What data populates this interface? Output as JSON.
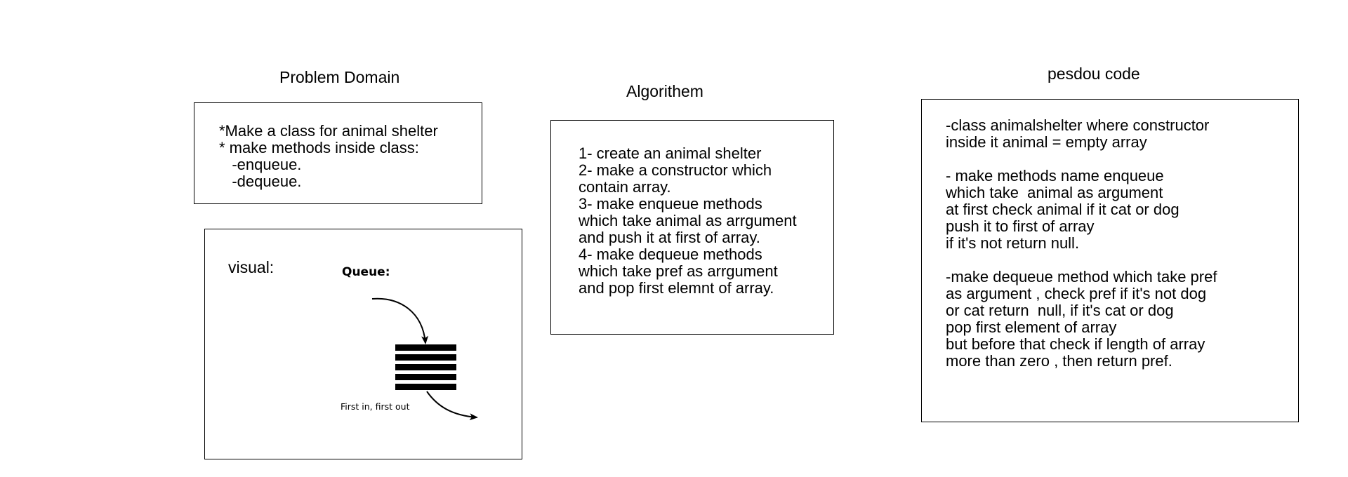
{
  "problem_domain": {
    "title": "Problem Domain",
    "text": "*Make a class for animal shelter\n* make methods inside class:\n   -enqueue.\n   -dequeue."
  },
  "algorithm": {
    "title": "Algorithem",
    "text": "1- create an animal shelter\n2- make a constructor which\ncontain array.\n3- make enqueue methods\nwhich take animal as arrgument\nand push it at first of array.\n4- make dequeue methods\nwhich take pref as arrgument\nand pop first elemnt of array."
  },
  "pseudo_code": {
    "title": "pesdou code",
    "text": "-class animalshelter where constructor\ninside it animal = empty array\n\n- make methods name enqueue\nwhich take  animal as argument\nat first check animal if it cat or dog\npush it to first of array\nif it's not return null.\n\n-make dequeue method which take pref\nas argument , check pref if it's not dog\nor cat return  null, if it's cat or dog\npop first element of array\nbut before that check if length of array\nmore than zero , then return pref."
  },
  "visual": {
    "label": "visual:",
    "queue_label": "Queue:",
    "caption": "First in, first out"
  },
  "colors": {
    "stroke": "#000000",
    "background": "#ffffff"
  }
}
